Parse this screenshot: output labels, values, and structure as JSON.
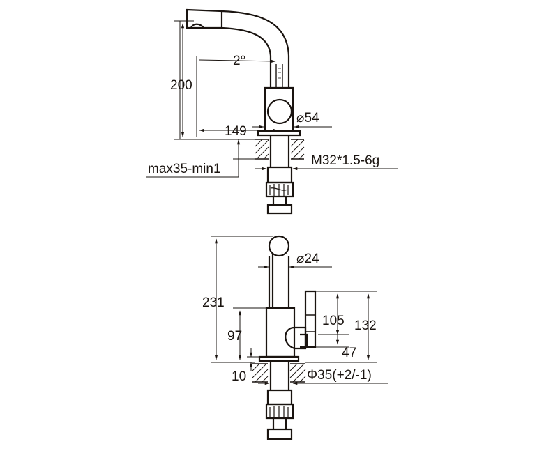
{
  "top_view": {
    "angle": "2°",
    "height": "200",
    "reach": "149",
    "spout_diameter": "⌀54",
    "thread": "M32*1.5-6g",
    "countertop_thickness": "max35-min1"
  },
  "bottom_view": {
    "total_height": "231",
    "spout_diameter": "⌀24",
    "handle_height": "105",
    "handle_top": "132",
    "body_height": "97",
    "handle_offset": "47",
    "base_height": "10",
    "hole_diameter": "Φ35(+2/-1)"
  }
}
